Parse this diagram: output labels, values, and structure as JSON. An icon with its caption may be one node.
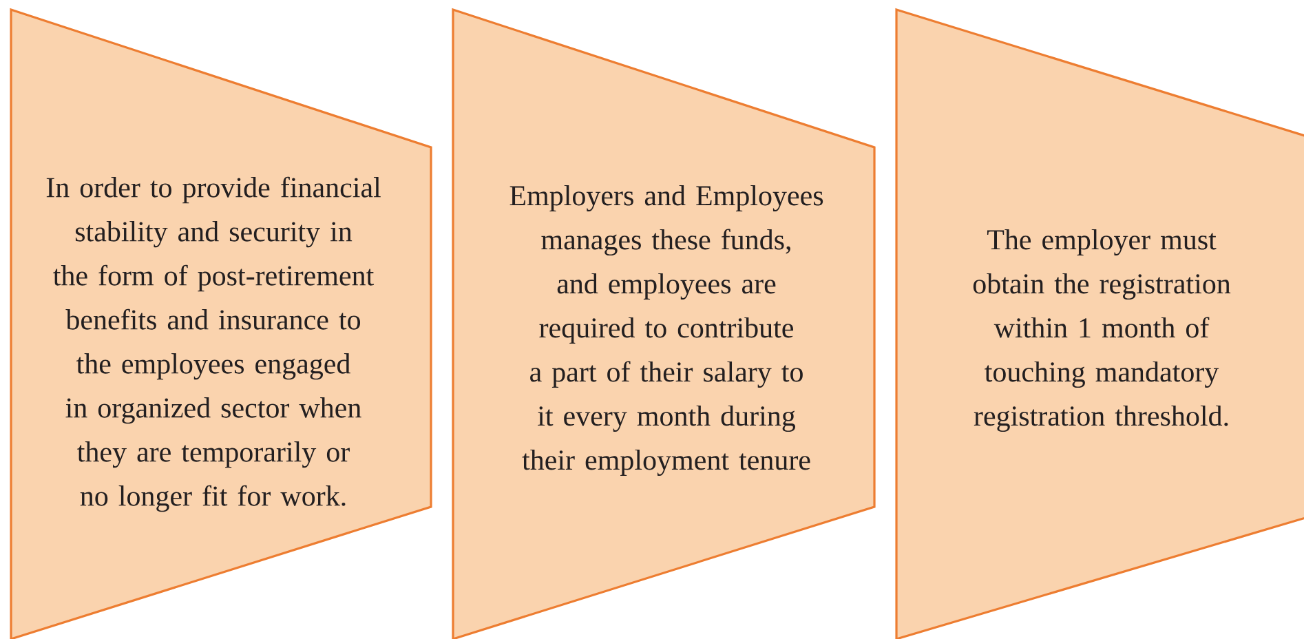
{
  "diagram": {
    "nodes": [
      {
        "text": [
          "In order to provide financial stability and security in the form of post-retirement benefits and insurance to the employees engaged in organized sector when they are temporarily or no longer fit for work."
        ]
      },
      {
        "text": [
          "Employers and Employees manages these funds, and employees are required to contribute a part of their salary to it every month during their employment tenure"
        ]
      },
      {
        "text": [
          "The employer must obtain the registration within 1 month of touching mandatory registration threshold."
        ]
      }
    ]
  }
}
